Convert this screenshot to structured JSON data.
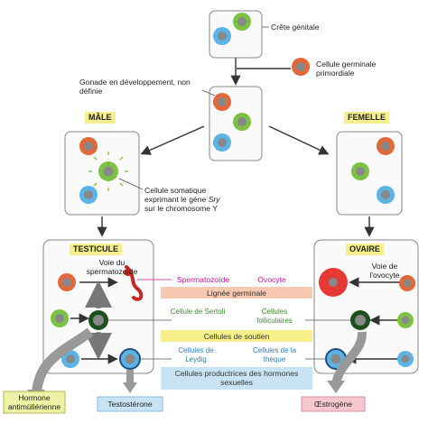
{
  "labels": {
    "crete": "Crête génitale",
    "primordial": "Cellule germinale primordiale",
    "gonade": "Gonade en développement, non définie",
    "male": "MÂLE",
    "femelle": "FEMELLE",
    "sry_line1": "Cellule somatique",
    "sry_line2": "exprimant le gène ",
    "sry_gene": "Sry",
    "sry_line3": "sur le chromosome Y",
    "testicule": "TESTICULE",
    "ovaire": "OVAIRE",
    "voie_sperm": "Voie du spermatozoïde",
    "voie_ovo": "Voie de l'ovocyte",
    "spermatozoide": "Spermatozoïde",
    "ovocyte": "Ovocyte",
    "lignee": "Lignée germinale",
    "sertoli": "Cellule de Sertoli",
    "folliculaires": "Cellules folliculaires",
    "soutien": "Cellules de soutien",
    "leydig": "Cellules de Leydig",
    "theque": "Cellules de la thèque",
    "productrices": "Cellules productrices des hormones sexuelles",
    "hormone_am": "Hormone antimüllérienne",
    "testosterone": "Testostérone",
    "oestrogene": "Œstrogène"
  },
  "colors": {
    "germ_orange": "#e2683a",
    "sertoli_green": "#7cc242",
    "leydig_blue": "#5ab4e6",
    "dark_green": "#1f4f1f",
    "red_ovocyte": "#e53935",
    "band_pink": "#f7c8b2",
    "band_yellow": "#f5f08a",
    "band_blue": "#c8e4f4",
    "magenta": "#c2188f"
  }
}
